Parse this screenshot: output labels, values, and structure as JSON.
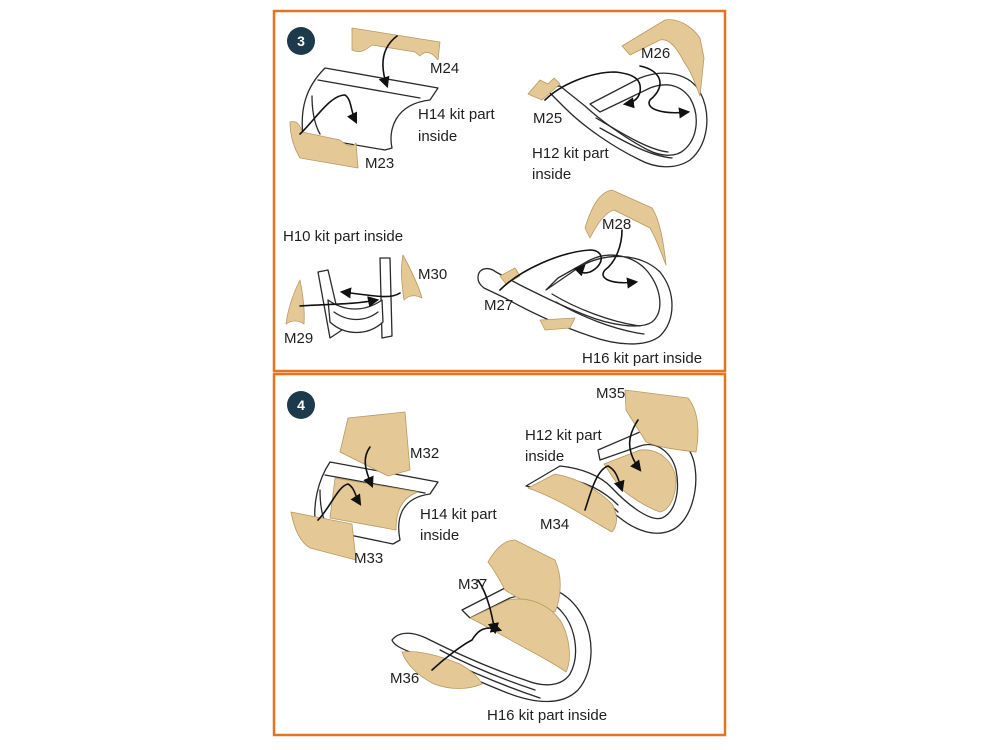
{
  "colors": {
    "frame": "#e8731f",
    "mask": "#e4c896",
    "step_badge": "#1d3a4c"
  },
  "step3": {
    "number": "3",
    "labels": {
      "m23": "M23",
      "m24": "M24",
      "m25": "M25",
      "m26": "M26",
      "m27": "M27",
      "m28": "M28",
      "m29": "M29",
      "m30": "M30",
      "h14_line1": "H14 kit part",
      "h14_line2": "inside",
      "h12_line1": "H12 kit part",
      "h12_line2": "inside",
      "h10": "H10 kit part inside",
      "h16": "H16 kit part inside"
    }
  },
  "step4": {
    "number": "4",
    "labels": {
      "m32": "M32",
      "m33": "M33",
      "m34": "M34",
      "m35": "M35",
      "m36": "M36",
      "m37": "M37",
      "h14_line1": "H14 kit part",
      "h14_line2": "inside",
      "h12_line1": "H12 kit part",
      "h12_line2": "inside",
      "h16": "H16 kit part inside"
    }
  }
}
